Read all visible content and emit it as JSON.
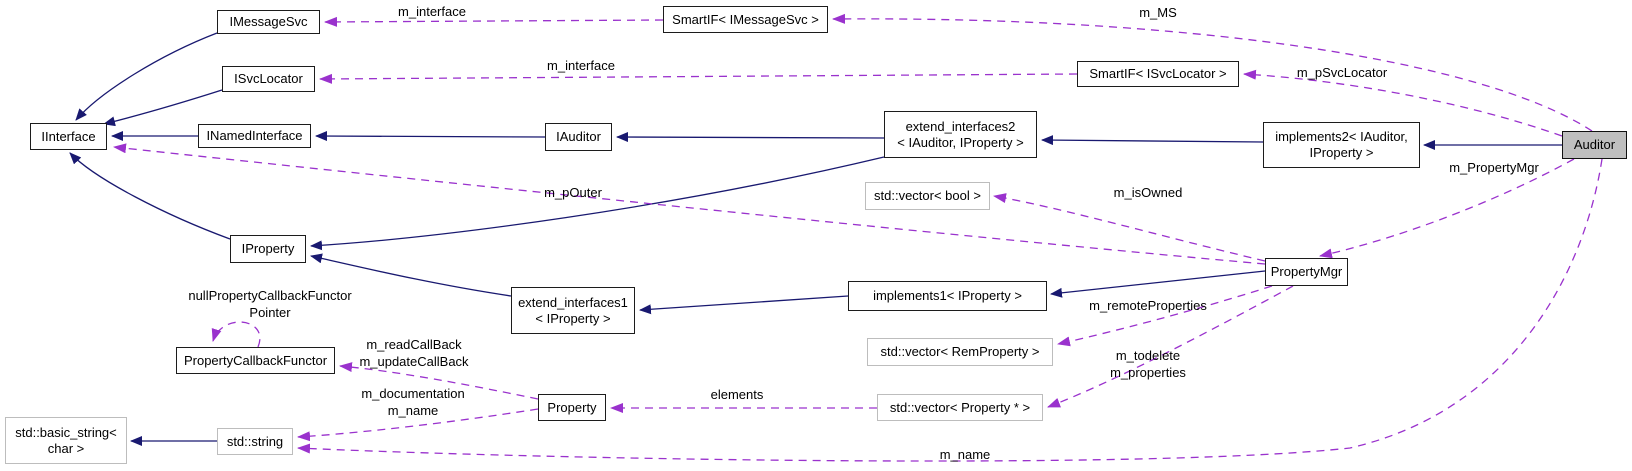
{
  "diagram": {
    "type": "collaboration-graph",
    "colors": {
      "inheritance_edge": "#191970",
      "usage_edge": "#9a32cd",
      "node_fill": "#ffffff",
      "node_border": "#1c1c1c",
      "external_node_border": "#bdbdbd",
      "focus_node_fill": "#bfbfbf",
      "background": "#ffffff"
    },
    "nodes": {
      "imessagesvc": {
        "label": "IMessageSvc"
      },
      "smartif_imessagesvc": {
        "label": "SmartIF< IMessageSvc >"
      },
      "isvclocator": {
        "label": "ISvcLocator"
      },
      "smartif_isvclocator": {
        "label": "SmartIF< ISvcLocator >"
      },
      "iinterface": {
        "label": "IInterface"
      },
      "inamedinterface": {
        "label": "INamedInterface"
      },
      "iauditor": {
        "label": "IAuditor"
      },
      "extend_interfaces2": {
        "label": "extend_interfaces2\n< IAuditor, IProperty >"
      },
      "implements2": {
        "label": "implements2< IAuditor,\nIProperty >"
      },
      "auditor": {
        "label": "Auditor"
      },
      "vector_bool": {
        "label": "std::vector< bool >"
      },
      "iproperty": {
        "label": "IProperty"
      },
      "propertymgr": {
        "label": "PropertyMgr"
      },
      "extend_interfaces1": {
        "label": "extend_interfaces1\n< IProperty >"
      },
      "implements1": {
        "label": "implements1< IProperty >"
      },
      "vector_remproperty": {
        "label": "std::vector< RemProperty >"
      },
      "propertycallbackfunctor": {
        "label": "PropertyCallbackFunctor"
      },
      "property": {
        "label": "Property"
      },
      "vector_property_ptr": {
        "label": "std::vector< Property * >"
      },
      "std_string": {
        "label": "std::string"
      },
      "basic_string": {
        "label": "std::basic_string<\nchar >"
      }
    },
    "edge_labels": {
      "m_interface_ms": "m_interface",
      "m_ms": "m_MS",
      "m_interface_svc": "m_interface",
      "m_psvclocator": "m_pSvcLocator",
      "m_propertymgr": "m_PropertyMgr",
      "m_pouter": "m_pOuter",
      "m_isowned": "m_isOwned",
      "m_remoteproperties": "m_remoteProperties",
      "m_todelete_properties": "m_todelete\nm_properties",
      "elements": "elements",
      "m_read_update": "m_readCallBack\nm_updateCallBack",
      "m_documentation_name": "m_documentation\nm_name",
      "null_functor_pointer": "nullPropertyCallbackFunctor\nPointer",
      "m_name_bottom": "m_name"
    },
    "edges": [
      {
        "from": "IMessageSvc",
        "to": "IInterface",
        "type": "inheritance"
      },
      {
        "from": "ISvcLocator",
        "to": "IInterface",
        "type": "inheritance"
      },
      {
        "from": "INamedInterface",
        "to": "IInterface",
        "type": "inheritance"
      },
      {
        "from": "IAuditor",
        "to": "INamedInterface",
        "type": "inheritance"
      },
      {
        "from": "extend_interfaces2< IAuditor, IProperty >",
        "to": "IAuditor",
        "type": "inheritance"
      },
      {
        "from": "implements2< IAuditor, IProperty >",
        "to": "extend_interfaces2< IAuditor, IProperty >",
        "type": "inheritance"
      },
      {
        "from": "Auditor",
        "to": "implements2< IAuditor, IProperty >",
        "type": "inheritance"
      },
      {
        "from": "IProperty",
        "to": "IInterface",
        "type": "inheritance"
      },
      {
        "from": "extend_interfaces2< IAuditor, IProperty >",
        "to": "IProperty",
        "type": "inheritance"
      },
      {
        "from": "extend_interfaces1< IProperty >",
        "to": "IProperty",
        "type": "inheritance"
      },
      {
        "from": "implements1< IProperty >",
        "to": "extend_interfaces1< IProperty >",
        "type": "inheritance"
      },
      {
        "from": "PropertyMgr",
        "to": "implements1< IProperty >",
        "type": "inheritance"
      },
      {
        "from": "std::string",
        "to": "std::basic_string< char >",
        "type": "inheritance"
      },
      {
        "from": "SmartIF< IMessageSvc >",
        "to": "IMessageSvc",
        "type": "usage",
        "label": "m_interface"
      },
      {
        "from": "Auditor",
        "to": "SmartIF< IMessageSvc >",
        "type": "usage",
        "label": "m_MS"
      },
      {
        "from": "SmartIF< ISvcLocator >",
        "to": "ISvcLocator",
        "type": "usage",
        "label": "m_interface"
      },
      {
        "from": "Auditor",
        "to": "SmartIF< ISvcLocator >",
        "type": "usage",
        "label": "m_pSvcLocator"
      },
      {
        "from": "Auditor",
        "to": "PropertyMgr",
        "type": "usage",
        "label": "m_PropertyMgr"
      },
      {
        "from": "PropertyMgr",
        "to": "IInterface",
        "type": "usage",
        "label": "m_pOuter"
      },
      {
        "from": "PropertyMgr",
        "to": "std::vector< bool >",
        "type": "usage",
        "label": "m_isOwned"
      },
      {
        "from": "PropertyMgr",
        "to": "std::vector< RemProperty >",
        "type": "usage",
        "label": "m_remoteProperties"
      },
      {
        "from": "PropertyMgr",
        "to": "std::vector< Property * >",
        "type": "usage",
        "label": "m_todelete m_properties"
      },
      {
        "from": "std::vector< Property * >",
        "to": "Property",
        "type": "usage",
        "label": "elements"
      },
      {
        "from": "Property",
        "to": "PropertyCallbackFunctor",
        "type": "usage",
        "label": "m_readCallBack m_updateCallBack"
      },
      {
        "from": "Property",
        "to": "std::string",
        "type": "usage",
        "label": "m_documentation m_name"
      },
      {
        "from": "Auditor",
        "to": "std::string",
        "type": "usage",
        "label": "m_name"
      },
      {
        "from": "PropertyCallbackFunctor",
        "to": "PropertyCallbackFunctor",
        "type": "usage",
        "label": "nullPropertyCallbackFunctorPointer"
      }
    ]
  }
}
